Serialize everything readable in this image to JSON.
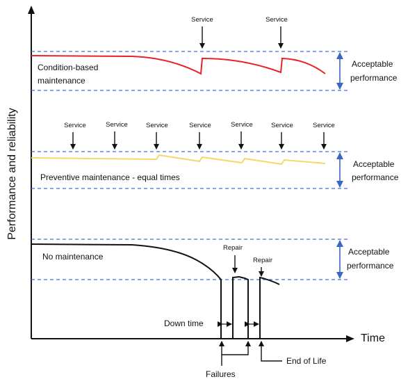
{
  "axes": {
    "y_label": "Performance and reliability",
    "x_label": "Time"
  },
  "panels": {
    "condition": {
      "label_line1": "Condition-based",
      "label_line2": "maintenance",
      "service_label": "Service",
      "acceptable_line1": "Acceptable",
      "acceptable_line2": "performance"
    },
    "preventive": {
      "label": "Preventive maintenance - equal times",
      "service_label": "Service",
      "acceptable_line1": "Acceptable",
      "acceptable_line2": "performance"
    },
    "none": {
      "label": "No maintenance",
      "repair_label": "Repair",
      "down_time_label": "Down time",
      "failures_label": "Failures",
      "end_of_life_label": "End of Life",
      "acceptable_line1": "Acceptable",
      "acceptable_line2": "performance"
    }
  },
  "colors": {
    "condition_curve": "#e8212b",
    "preventive_curve": "#f5d76e",
    "none_curve": "#111111",
    "threshold": "#3f6fd8",
    "acceptable_arrow": "#3a66c4"
  }
}
